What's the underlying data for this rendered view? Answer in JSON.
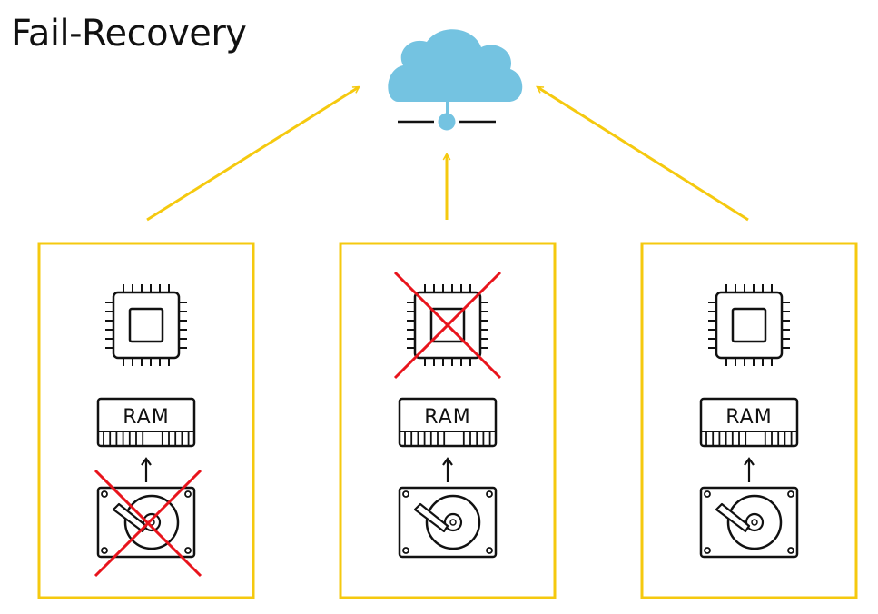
{
  "title": "Fail-Recovery",
  "colors": {
    "box_border": "#f5c90f",
    "arrow": "#f5c90f",
    "cloud": "#74c3e1",
    "cross": "#e8141c",
    "icon": "#111111"
  },
  "cloud": {
    "icon": "cloud-network-icon"
  },
  "nodes": [
    {
      "cpu_failed": false,
      "ram_label": "RAM",
      "disk_failed": true
    },
    {
      "cpu_failed": true,
      "ram_label": "RAM",
      "disk_failed": false
    },
    {
      "cpu_failed": false,
      "ram_label": "RAM",
      "disk_failed": false
    }
  ]
}
